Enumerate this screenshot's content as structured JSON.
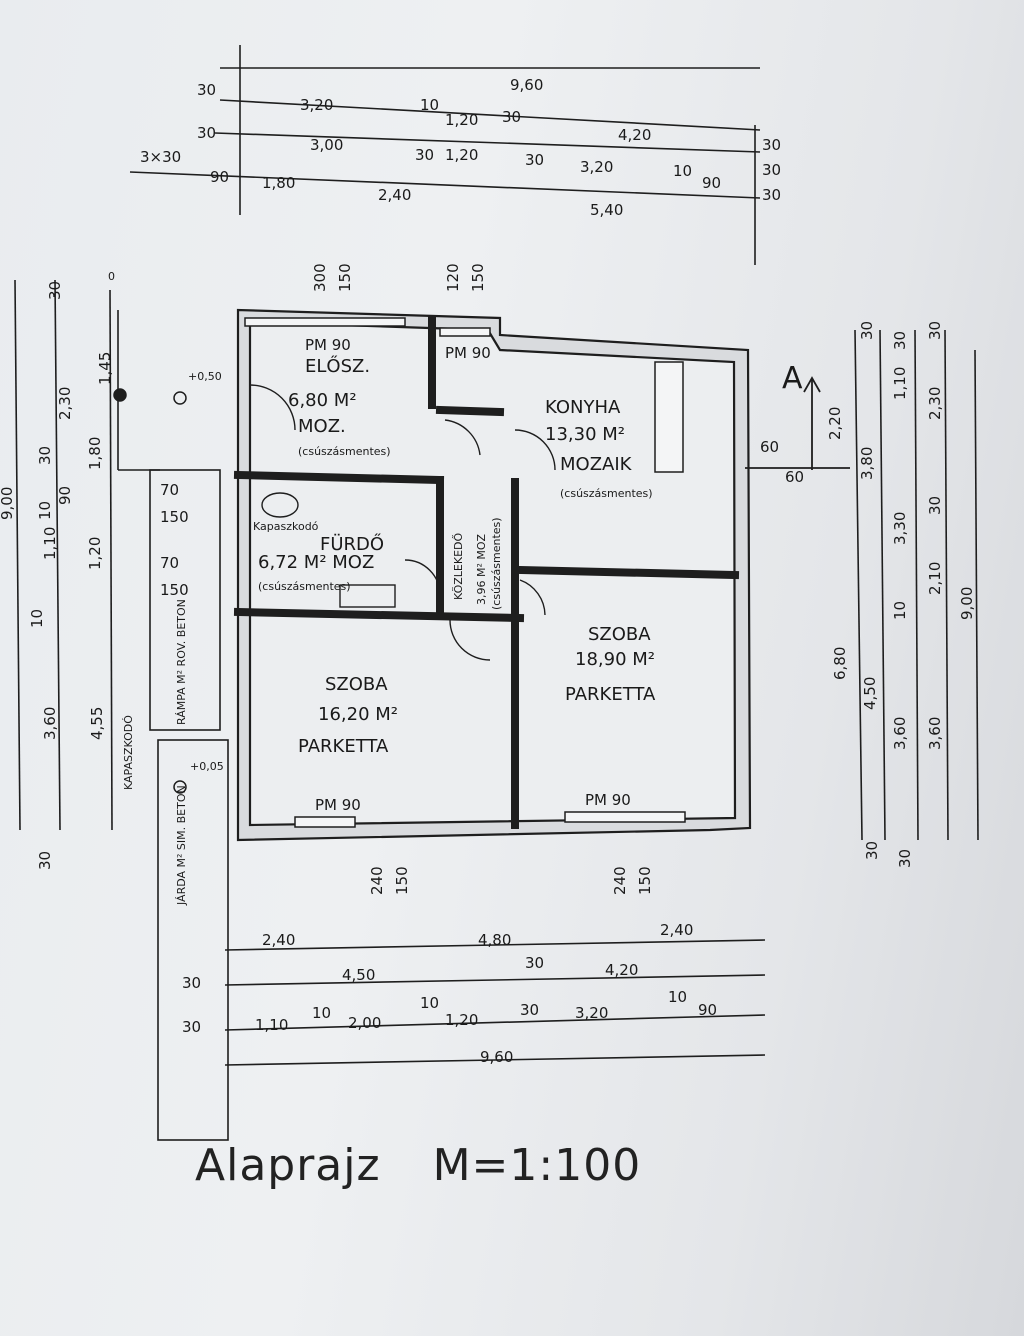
{
  "footer": {
    "title": "Alaprajz",
    "scale": "M=1:100"
  },
  "rooms": [
    {
      "name": "ELŐSZ.",
      "area": "6,80 M²",
      "floor": "MOZ.",
      "note": "(csúszásmentes)"
    },
    {
      "name": "KONYHA",
      "area": "13,30 M²",
      "floor": "MOZAIK",
      "note": "(csúszásmentes)"
    },
    {
      "name": "FÜRDŐ",
      "area": "6,72 M² MOZ",
      "floor": "",
      "note": "(csúszásmentes)"
    },
    {
      "name": "KÖZLEKEDŐ",
      "area": "3,96 M² MOZ",
      "floor": "",
      "note": "(csúszásmentes)"
    },
    {
      "name": "SZOBA",
      "area": "16,20 M²",
      "floor": "PARKETTA",
      "note": ""
    },
    {
      "name": "SZOBA",
      "area": "18,90 M²",
      "floor": "PARKETTA",
      "note": ""
    }
  ],
  "openings": {
    "entrance": "PM 90",
    "kitchen": "PM 90",
    "room_left": "PM 90",
    "room_right": "PM 90",
    "window_top_left": "300",
    "window_top_left_b": "150",
    "window_top_mid": "120",
    "window_top_mid_b": "150",
    "window_bottom_left": "240",
    "window_bottom_left_b": "150",
    "window_bottom_right": "240",
    "window_bottom_right_b": "150"
  },
  "outside": {
    "ramp": "RÁMPA M² ROV. BETON",
    "sidewalk": "JÁRDA M² SIM. BETON",
    "scraper": "KAPASZKODÓ",
    "levels": [
      "+0,50",
      "+0,05",
      "0"
    ]
  },
  "dims_top": {
    "row1": [
      "30",
      "9,60"
    ],
    "row2": [
      "30",
      "3,20",
      "10",
      "1,20",
      "30",
      "4,20",
      "30"
    ],
    "row3": [
      "30",
      "3,00",
      "30",
      "1,20",
      "30",
      "3,20",
      "10",
      "90",
      "30"
    ],
    "row4": [
      "3×30",
      "90",
      "1,80",
      "2,40",
      "5,40",
      "30"
    ]
  },
  "dims_bottom": {
    "row1": [
      "2,40",
      "4,80",
      "2,40"
    ],
    "row2": [
      "30",
      "4,50",
      "30",
      "4,20"
    ],
    "row3": [
      "30",
      "1,10",
      "10",
      "2,00",
      "10",
      "1,20",
      "30",
      "3,20",
      "10",
      "90"
    ],
    "row4": [
      "9,60"
    ]
  },
  "dims_left": [
    "30",
    "1,45",
    "2,30",
    "30",
    "1,80",
    "10",
    "90",
    "1,10",
    "1,20",
    "10",
    "3,60",
    "4,55",
    "30",
    "9,00"
  ],
  "dims_right": [
    "30",
    "30",
    "1,10",
    "30",
    "2,30",
    "2,20",
    "3,80",
    "3,30",
    "30",
    "2,10",
    "10",
    "6,80",
    "4,50",
    "3,60",
    "3,60",
    "9,00",
    "30",
    "30",
    "60",
    "60"
  ],
  "section_mark": "A",
  "misc": {
    "handrail": "Kapaszkodó",
    "w70a": "70",
    "w150a": "150",
    "w70b": "70",
    "w150b": "150"
  }
}
